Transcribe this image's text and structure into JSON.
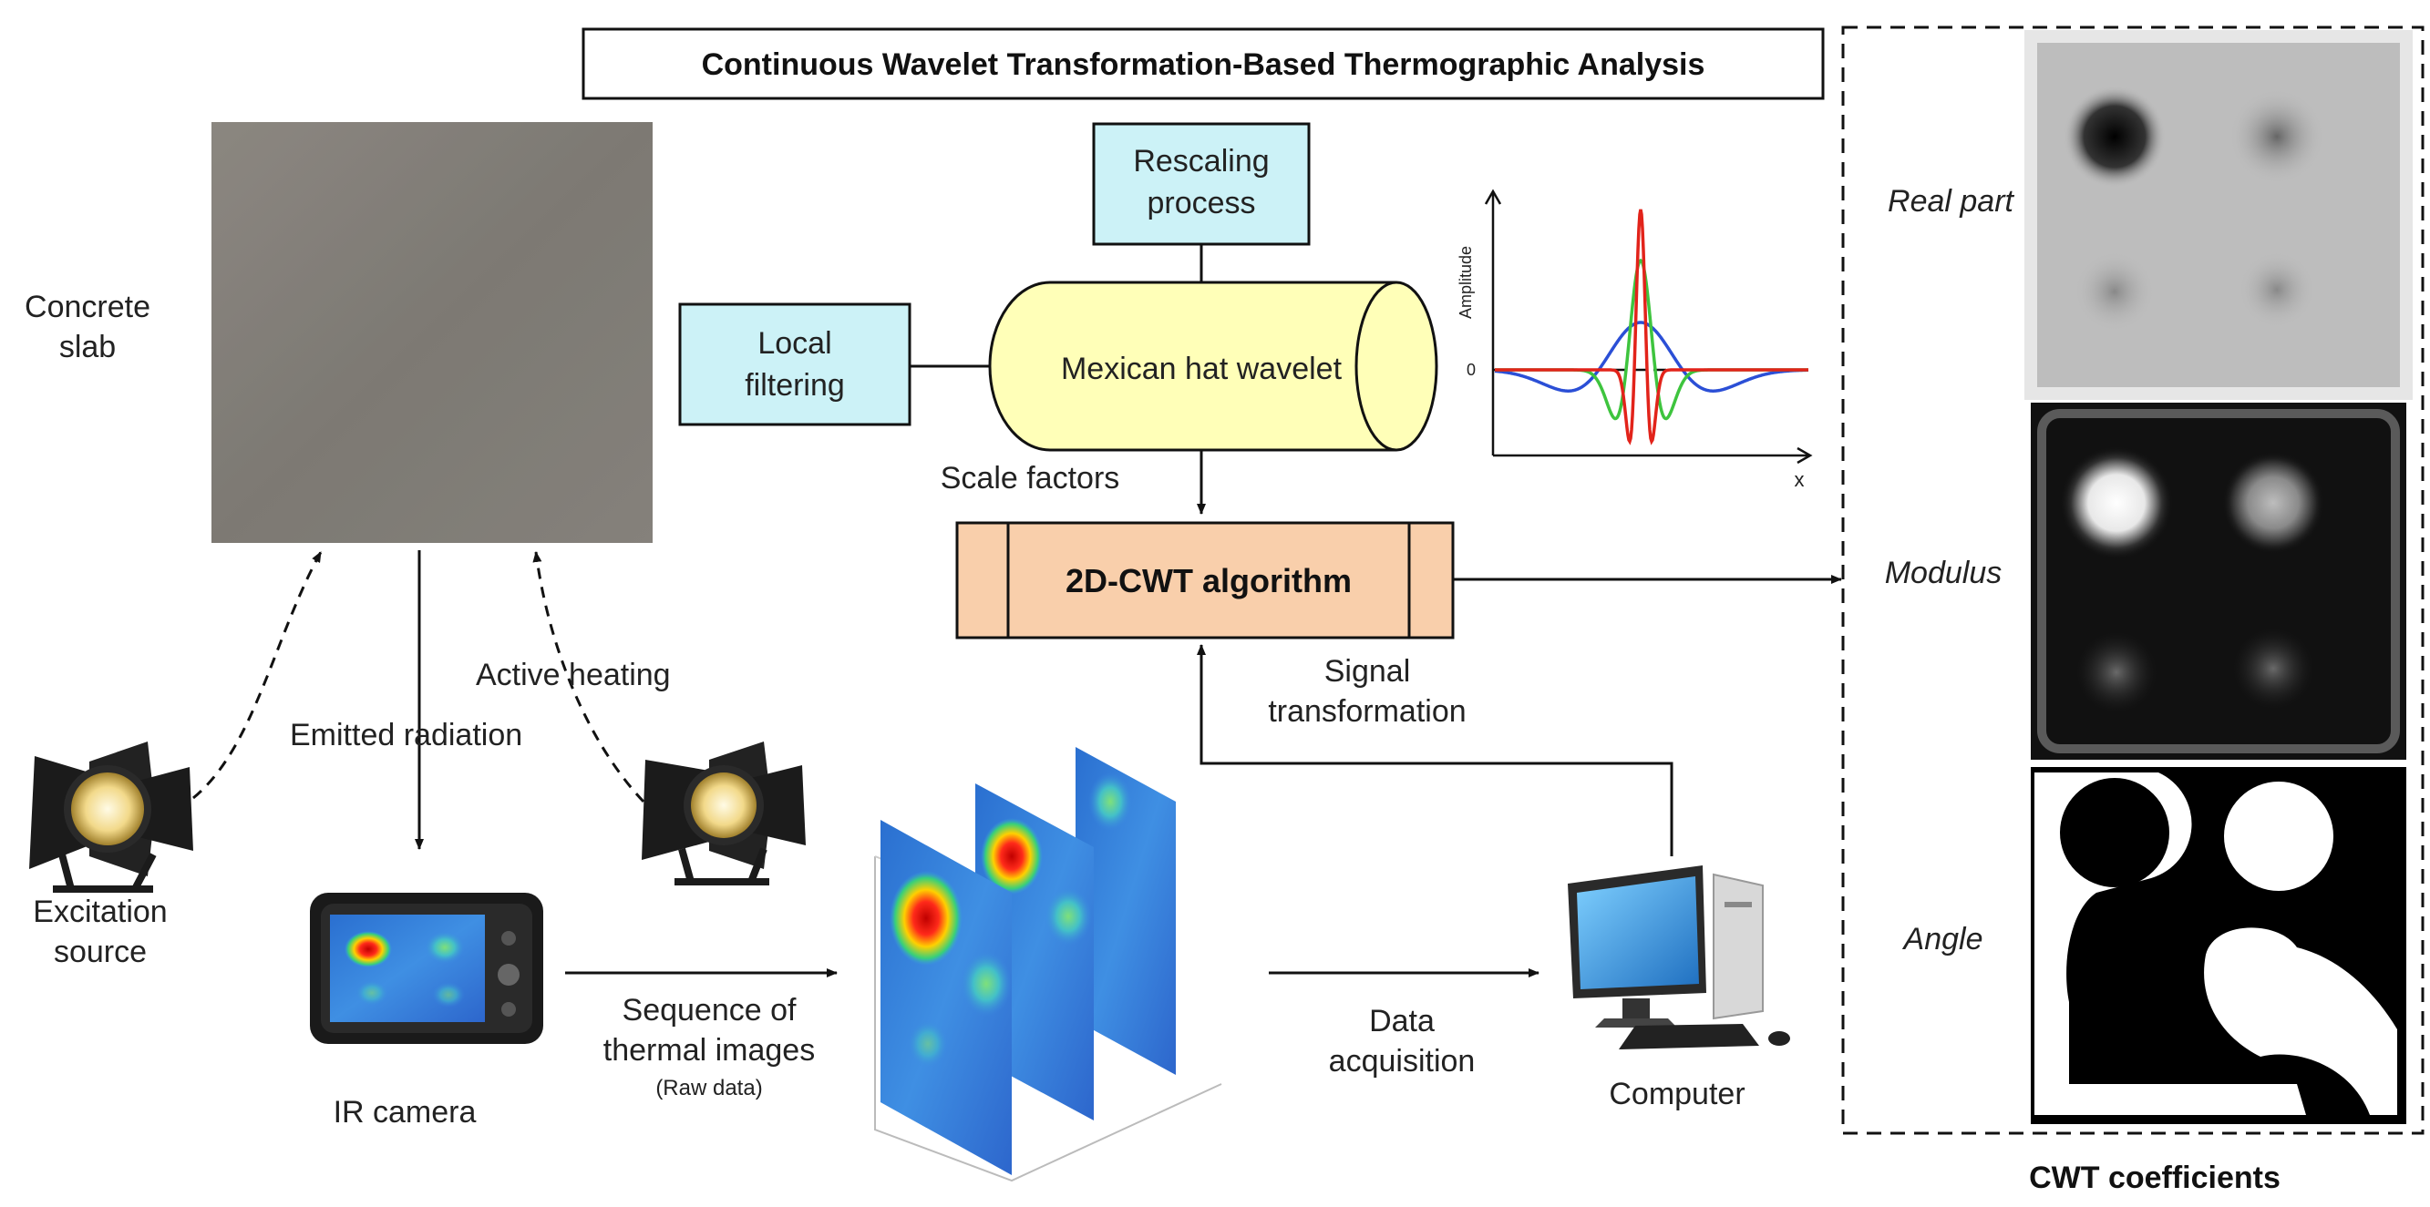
{
  "title": "Continuous Wavelet Transformation-Based Thermographic Analysis",
  "labels": {
    "concrete_slab": [
      "Concrete",
      "slab"
    ],
    "excitation_source": [
      "Excitation",
      "source"
    ],
    "emitted_radiation": "Emitted radiation",
    "active_heating": "Active heating",
    "ir_camera": "IR camera",
    "sequence": [
      "Sequence of",
      "thermal images"
    ],
    "raw_data": "(Raw data)",
    "data_acquisition": [
      "Data",
      "acquisition"
    ],
    "computer": "Computer",
    "signal_transformation": [
      "Signal",
      "transformation"
    ],
    "scale_factors": "Scale factors",
    "cwt_coefficients": "CWT coefficients"
  },
  "boxes": {
    "rescaling": [
      "Rescaling",
      "process"
    ],
    "local_filtering": [
      "Local",
      "filtering"
    ],
    "mexican_hat": "Mexican hat wavelet",
    "cwt_algorithm": "2D-CWT algorithm"
  },
  "wavelet_plot": {
    "ylabel": "Amplitude",
    "xlabel": "x",
    "zero_label": "0"
  },
  "coefficients": {
    "real_part": "Real part",
    "modulus": "Modulus",
    "angle": "Angle"
  },
  "colors": {
    "box_blue": "#ccf2f7",
    "box_yellow": "#ffffb8",
    "box_orange": "#f9cfab",
    "wave_red": "#e2231a",
    "wave_green": "#3ec43e",
    "wave_blue": "#2b4fd6",
    "heat_blue": "#2f62c8",
    "heat_red": "#e8231e"
  }
}
